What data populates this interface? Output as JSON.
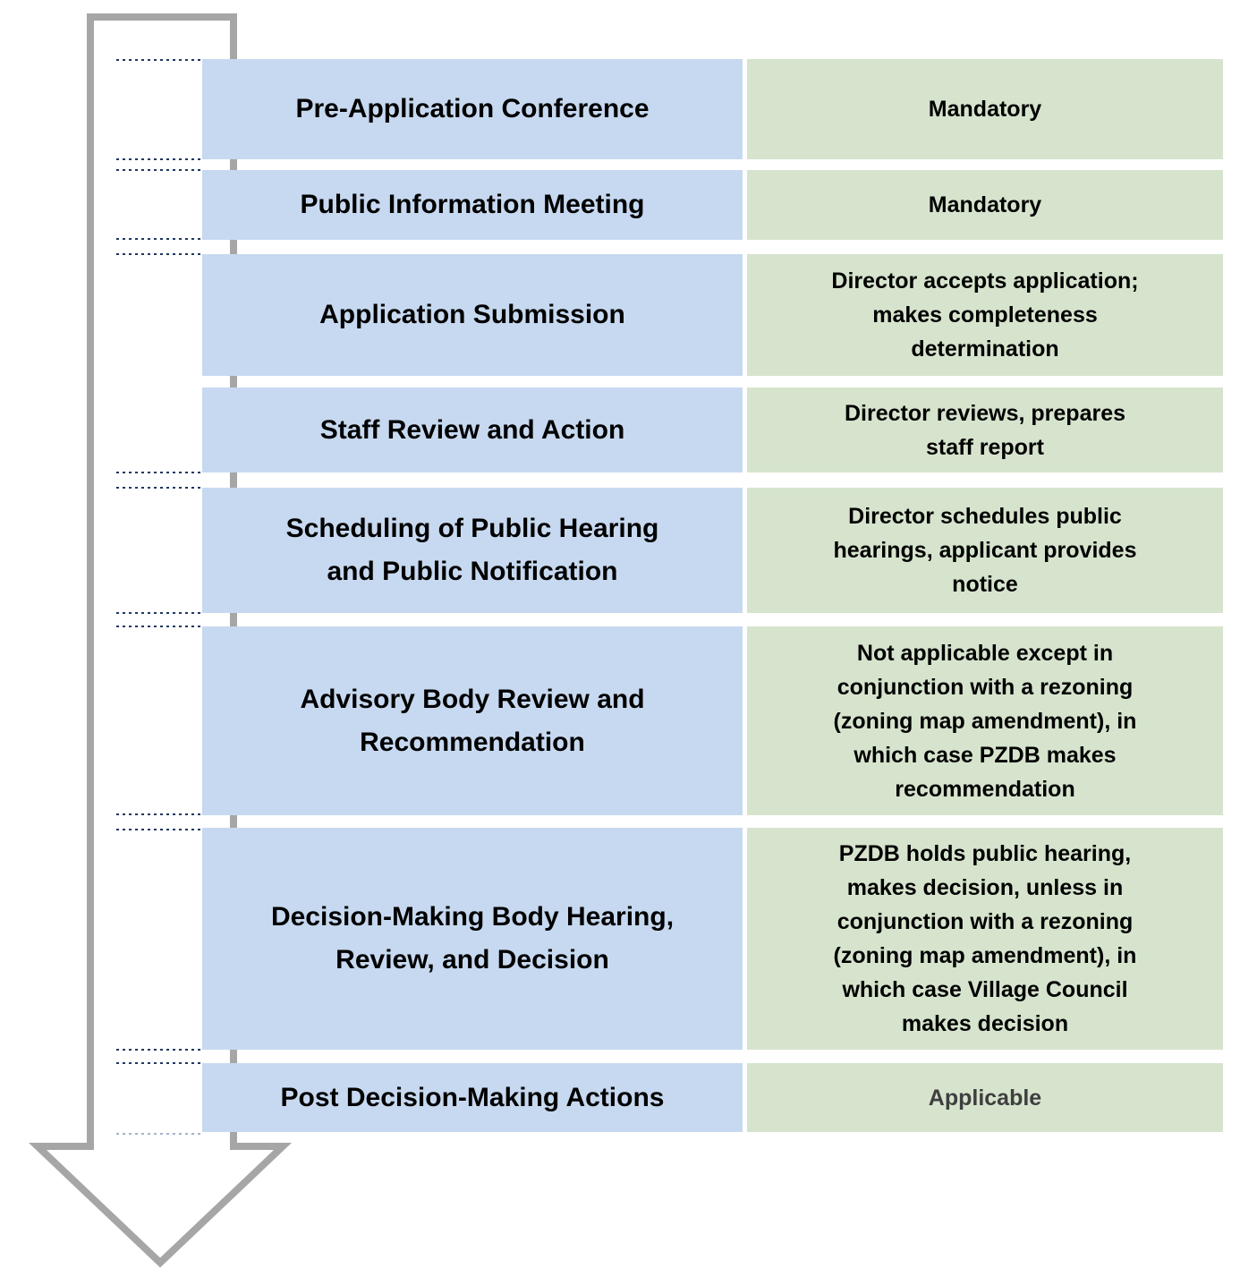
{
  "diagram": {
    "rows": [
      {
        "step": "Pre-Application Conference",
        "detail": "Mandatory"
      },
      {
        "step": "Public Information Meeting",
        "detail": "Mandatory"
      },
      {
        "step": "Application Submission",
        "detail": "Director accepts application;\nmakes completeness\ndetermination"
      },
      {
        "step": "Staff Review and Action",
        "detail": "Director reviews, prepares\nstaff report"
      },
      {
        "step": "Scheduling of Public Hearing\nand Public Notification",
        "detail": "Director schedules public\nhearings, applicant provides\nnotice"
      },
      {
        "step": "Advisory Body Review and\nRecommendation",
        "detail": "Not applicable except in\nconjunction with a rezoning\n(zoning map amendment), in\nwhich case PZDB makes\nrecommendation"
      },
      {
        "step": "Decision-Making Body Hearing,\nReview, and Decision",
        "detail": "PZDB holds public hearing,\nmakes decision, unless in\nconjunction with a rezoning\n(zoning map amendment), in\nwhich case Village Council\nmakes decision"
      },
      {
        "step": "Post Decision-Making Actions",
        "detail": "Applicable"
      }
    ],
    "colors": {
      "step_bg": "#c7d9f0",
      "detail_bg": "#d6e4cd",
      "arrow": "#a6a6a6",
      "leader": "#1f3864",
      "leader_light": "#a3b4cb",
      "detail_muted_text": "#3f3f3f"
    }
  }
}
